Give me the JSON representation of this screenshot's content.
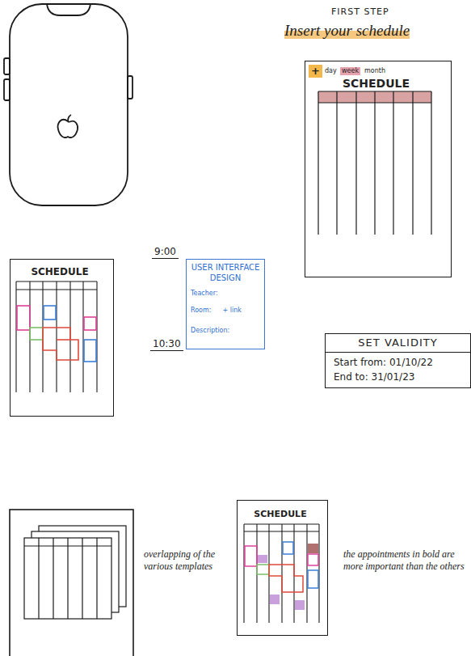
{
  "diagram": {
    "title": "FIRST STEP",
    "nodes": [
      {
        "text": [
          "+",
          "day",
          "week",
          "month",
          "SCHEDULE"
        ]
      },
      {
        "text": [
          "SCHEDULE"
        ]
      },
      {
        "text": [
          "USER INTERFACE DESIGN",
          "Teacher:",
          "Room:",
          "+ link",
          "Description:"
        ]
      },
      {
        "text": [
          "SET VALIDITY",
          "Start from: 01/10/22",
          "End to: 31/01/23"
        ]
      },
      {
        "text": [
          "SCHEDULE"
        ]
      }
    ],
    "labels": [
      "Insert your schedule",
      "9:00",
      "10:30",
      "overlapping of the various templates",
      "the appointments in bold are more important than the others"
    ]
  }
}
